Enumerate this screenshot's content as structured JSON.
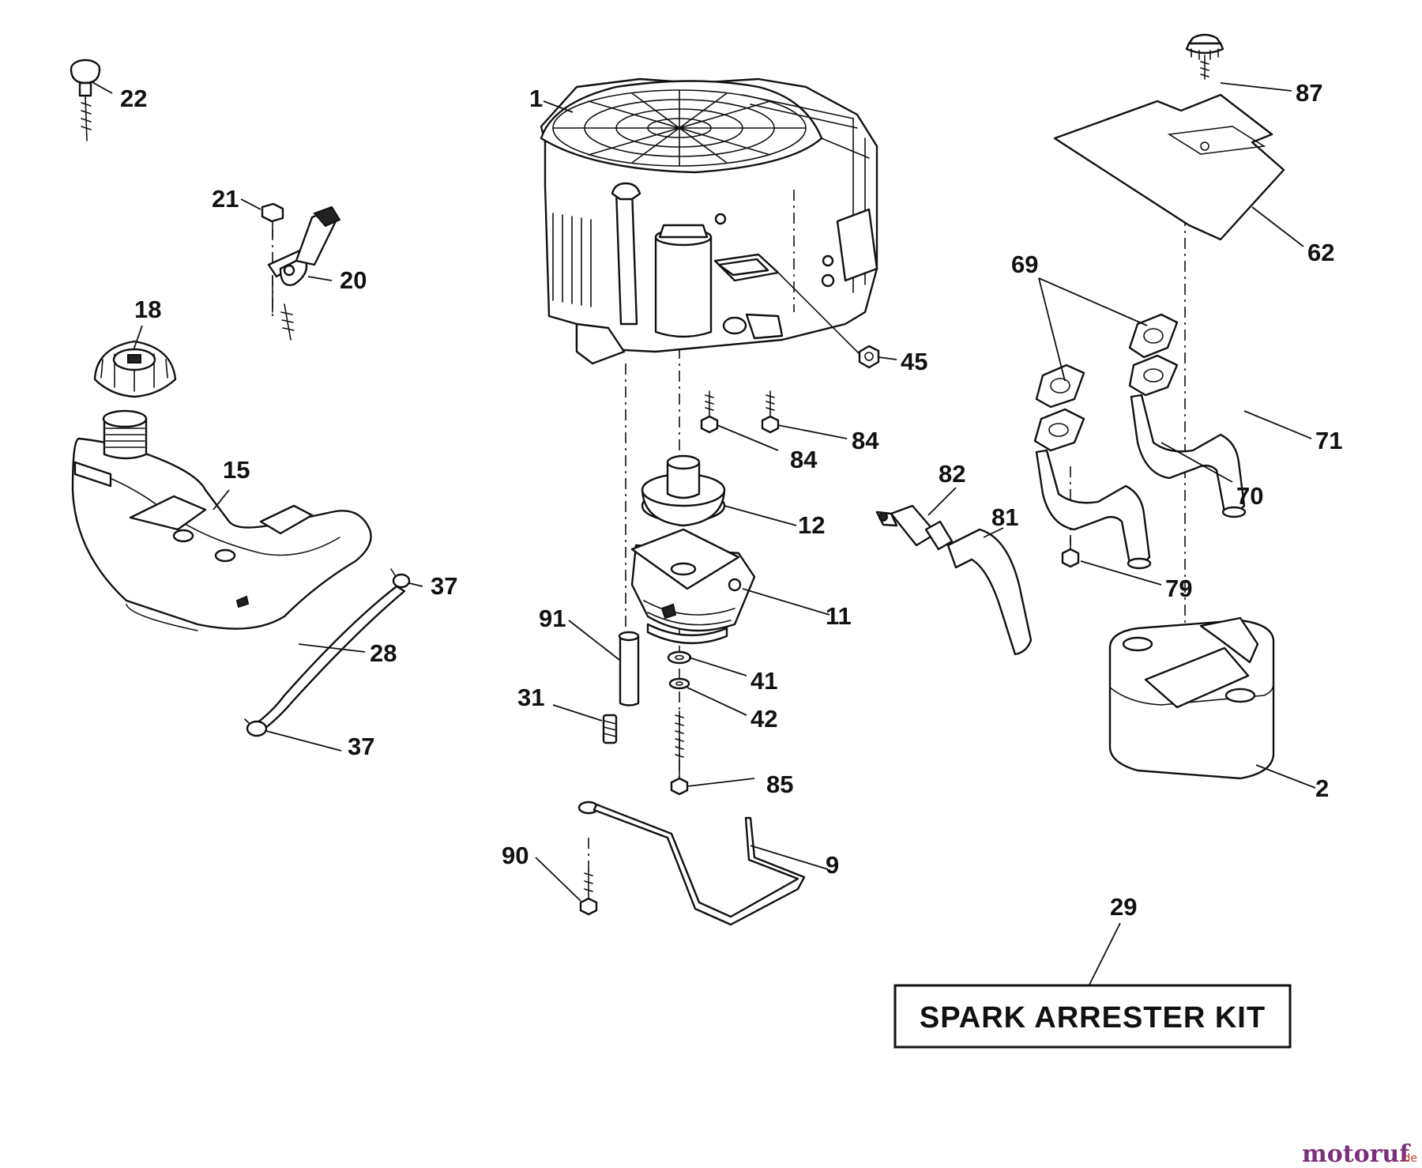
{
  "callouts": [
    {
      "id": "c1",
      "label": "1"
    },
    {
      "id": "c2",
      "label": "2"
    },
    {
      "id": "c9",
      "label": "9"
    },
    {
      "id": "c11",
      "label": "11"
    },
    {
      "id": "c12",
      "label": "12"
    },
    {
      "id": "c15",
      "label": "15"
    },
    {
      "id": "c18",
      "label": "18"
    },
    {
      "id": "c20",
      "label": "20"
    },
    {
      "id": "c21",
      "label": "21"
    },
    {
      "id": "c22",
      "label": "22"
    },
    {
      "id": "c28",
      "label": "28"
    },
    {
      "id": "c29",
      "label": "29"
    },
    {
      "id": "c31",
      "label": "31"
    },
    {
      "id": "c37a",
      "label": "37"
    },
    {
      "id": "c37b",
      "label": "37"
    },
    {
      "id": "c41",
      "label": "41"
    },
    {
      "id": "c42",
      "label": "42"
    },
    {
      "id": "c45",
      "label": "45"
    },
    {
      "id": "c62",
      "label": "62"
    },
    {
      "id": "c69",
      "label": "69"
    },
    {
      "id": "c70",
      "label": "70"
    },
    {
      "id": "c71",
      "label": "71"
    },
    {
      "id": "c79",
      "label": "79"
    },
    {
      "id": "c81",
      "label": "81"
    },
    {
      "id": "c82",
      "label": "82"
    },
    {
      "id": "c84a",
      "label": "84"
    },
    {
      "id": "c84b",
      "label": "84"
    },
    {
      "id": "c85",
      "label": "85"
    },
    {
      "id": "c87",
      "label": "87"
    },
    {
      "id": "c90",
      "label": "90"
    },
    {
      "id": "c91",
      "label": "91"
    }
  ],
  "kit_label": "SPARK ARRESTER KIT",
  "watermark": {
    "name": "motoruf",
    "tld": ".de"
  }
}
